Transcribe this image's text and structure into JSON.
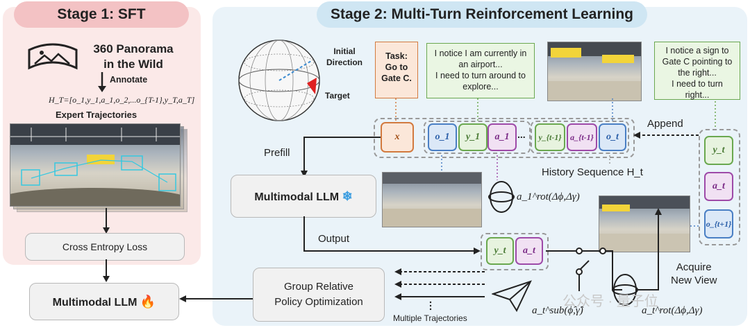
{
  "stage1": {
    "title": "Stage 1: SFT",
    "panorama_label": [
      "360 Panorama",
      "in the Wild"
    ],
    "annotate_label": "Annotate",
    "trajectory_formula": "H_T=[o_1,y_1,a_1,o_2,...o_{T-1},y_T,a_T]",
    "expert_label": "Expert Trajectories",
    "loss_box": "Cross Entropy Loss",
    "llm_box": "Multimodal LLM"
  },
  "stage2": {
    "title": "Stage 2: Multi-Turn Reinforcement Learning",
    "sphere_initial": [
      "Initial",
      "Direction"
    ],
    "sphere_target": "Target",
    "task_bubble": [
      "Task:",
      "Go to",
      "Gate C."
    ],
    "thought1": [
      "I notice I am currently in",
      "an airport...",
      "I need to turn around to",
      "explore..."
    ],
    "thought2": [
      "I notice a sign to",
      "Gate C pointing to",
      "the right...",
      "I need to turn",
      "right..."
    ],
    "prefill_label": "Prefill",
    "append_label": "Append",
    "history_label": "History Sequence H_t",
    "llm_box": "Multimodal LLM",
    "output_label": "Output",
    "grpo_box": [
      "Group Relative",
      "Policy Optimization"
    ],
    "multiple_traj": "Multiple Trajectories",
    "acquire_label": [
      "Acquire",
      "New View"
    ],
    "rot_action_1": "a_1^rot(Δϕ,Δγ)",
    "sub_action": "a_t^sub(ϕ̂,γ̂)",
    "rot_action_t": "a_t^rot(Δϕ,Δγ)",
    "sequence_tokens": [
      "x",
      "o_1",
      "y_1",
      "a_1",
      "...",
      "y_{t-1}",
      "a_{t-1}",
      "o_t"
    ],
    "append_tokens": [
      "y_t",
      "a_t",
      "o_{t+1}"
    ],
    "output_tokens": [
      "y_t",
      "a_t"
    ]
  },
  "watermark": "公众号 · 量子位",
  "colors": {
    "observation": "#4a7fc4",
    "thought": "#6aa84f",
    "action": "#9e4aa8",
    "task": "#d27a3f"
  }
}
